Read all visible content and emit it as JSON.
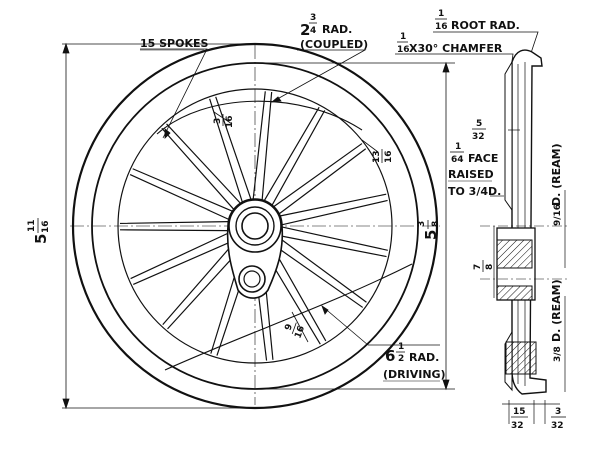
{
  "labels": {
    "spokes": "15 SPOKES",
    "coupled_rad_whole": "2",
    "coupled_rad_num": "3",
    "coupled_rad_den": "4",
    "coupled_rad_text": "RAD.",
    "coupled": "(COUPLED)",
    "root_rad_num": "1",
    "root_rad_den": "16",
    "root_rad_text": "ROOT RAD.",
    "chamfer_num": "1",
    "chamfer_den": "16",
    "chamfer_text": "X30° CHAMFER",
    "d532_num": "5",
    "d532_den": "32",
    "face_num": "1",
    "face_den": "64",
    "face_text": "FACE",
    "raised": "RAISED",
    "to34": "TO 3/4D.",
    "d316_num": "3",
    "d316_den": "16",
    "d1316_num": "13",
    "d1316_den": "16",
    "overall_whole": "5",
    "overall_num": "11",
    "overall_den": "16",
    "wheel_whole": "5",
    "wheel_num": "3",
    "wheel_den": "8",
    "d78_num": "7",
    "d78_den": "8",
    "ream_upper": "D. (REAM)",
    "ream_upper_frac": "9/16",
    "ream_lower": "D. (REAM)",
    "ream_lower_frac": "3/8",
    "d916_num": "9",
    "d916_den": "16",
    "driving_rad_whole": "6",
    "driving_rad_num": "1",
    "driving_rad_den": "2",
    "driving_rad_text": "RAD.",
    "driving": "(DRIVING)",
    "d1532_num": "15",
    "d1532_den": "32",
    "d332_num": "3",
    "d332_den": "32"
  },
  "spoke_count": 15
}
